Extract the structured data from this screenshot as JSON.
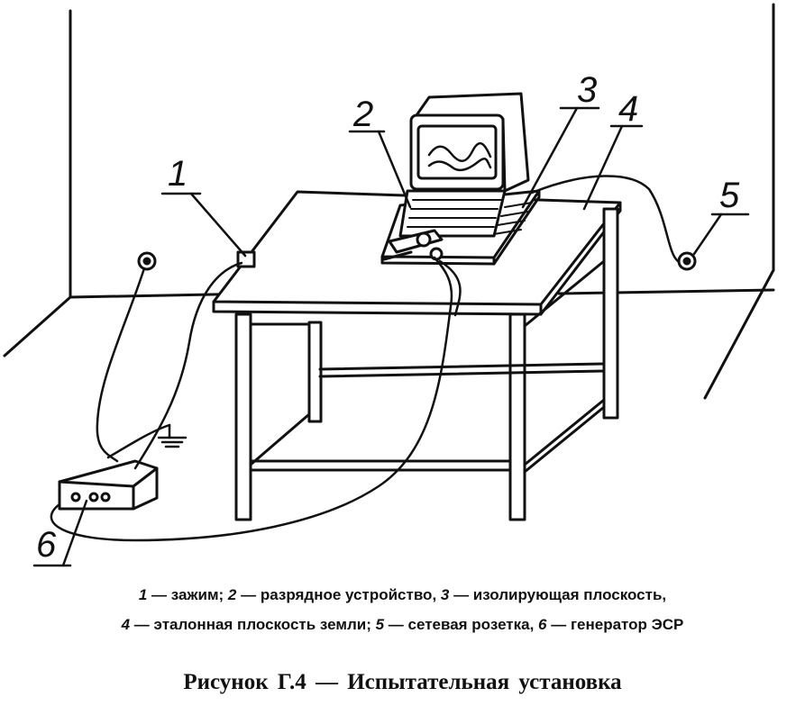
{
  "labels": [
    {
      "id": "clamp",
      "number": "1"
    },
    {
      "id": "discharge-device",
      "number": "2"
    },
    {
      "id": "insulating-plane",
      "number": "3"
    },
    {
      "id": "ground-reference-plane",
      "number": "4"
    },
    {
      "id": "mains-socket",
      "number": "5"
    },
    {
      "id": "esd-generator",
      "number": "6"
    }
  ],
  "legend": {
    "line1": [
      {
        "number": "1",
        "text": " — зажим; "
      },
      {
        "number": "2",
        "text": " — разрядное устройство, "
      },
      {
        "number": "3",
        "text": " — изолирующая плоскость,"
      }
    ],
    "line2": [
      {
        "number": "4",
        "text": " — эталонная плоскость земли; "
      },
      {
        "number": "5",
        "text": " — сетевая розетка, "
      },
      {
        "number": "6",
        "text": " — генератор ЭСР"
      }
    ]
  },
  "caption": "Рисунок Г.4 — Испытательная установка"
}
